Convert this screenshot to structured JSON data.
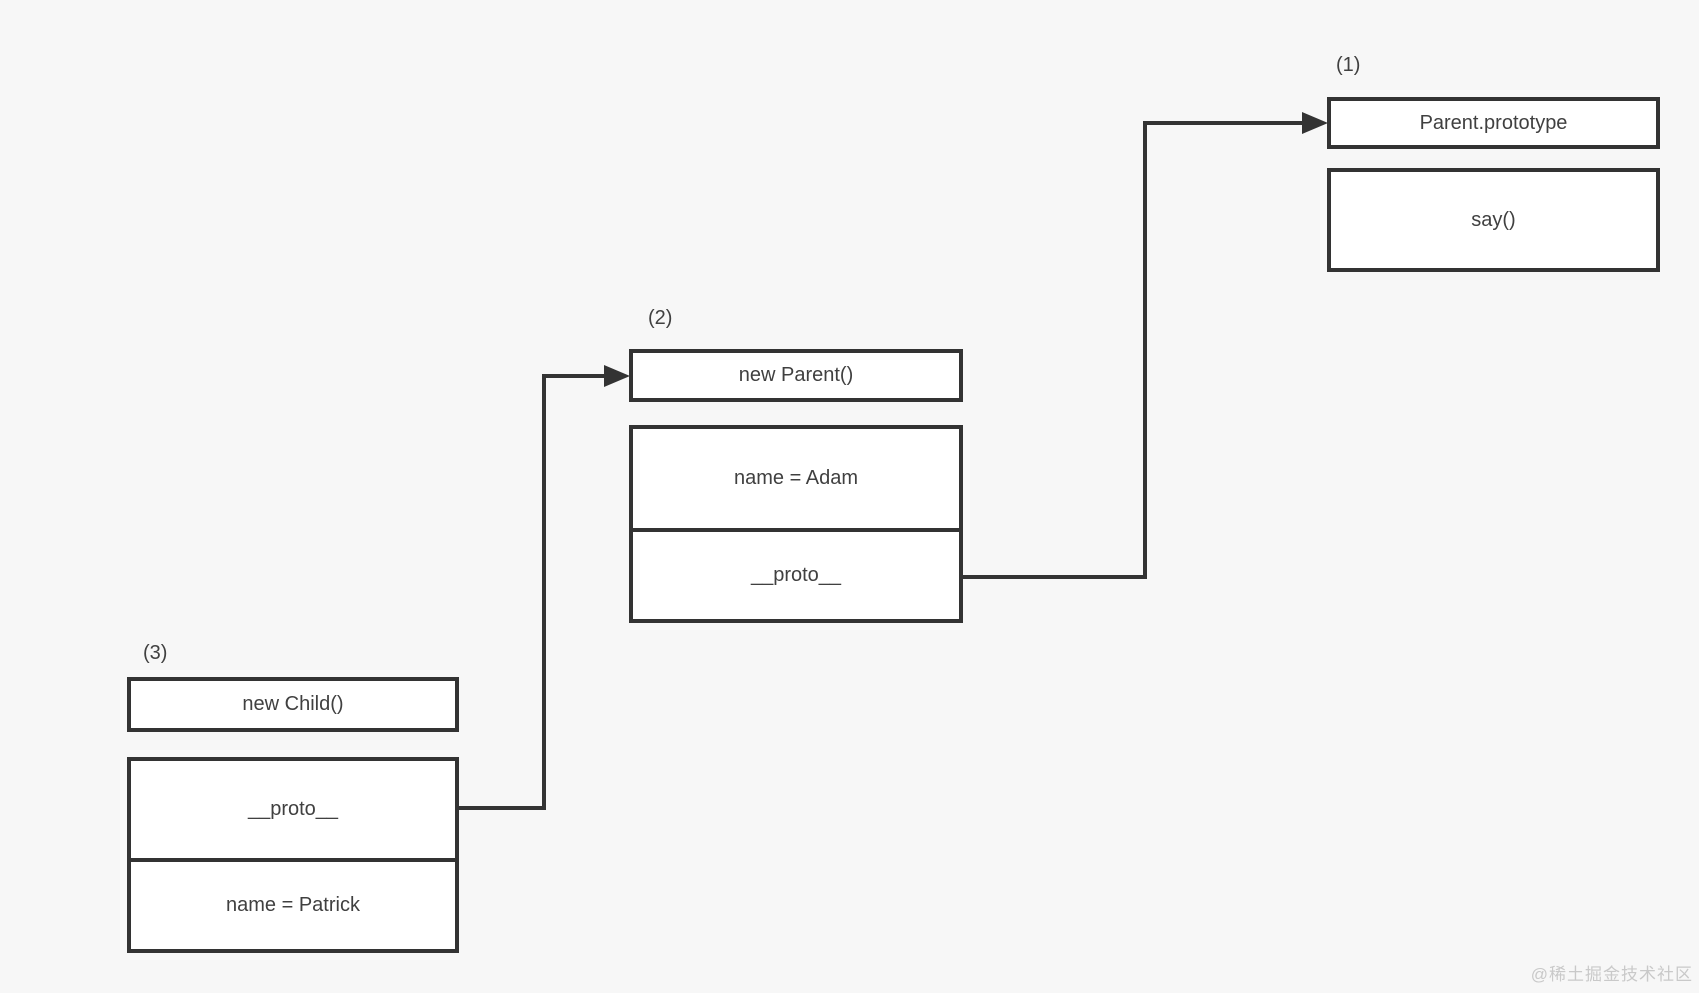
{
  "canvas": {
    "background": "#f7f7f7",
    "line_color": "#333333",
    "text_color": "#404040",
    "box_fill": "#ffffff",
    "watermark_color": "#c9c9c9"
  },
  "diagram": {
    "groups": [
      {
        "label": "(1)",
        "title": "Parent.prototype",
        "members": [
          "say()"
        ]
      },
      {
        "label": "(2)",
        "title": "new Parent()",
        "cells": [
          "name = Adam",
          "__proto__"
        ]
      },
      {
        "label": "(3)",
        "title": "new Child()",
        "cells": [
          "__proto__",
          "name = Patrick"
        ]
      }
    ],
    "connections": [
      {
        "from": "new Child().__proto__",
        "to": "new Parent()"
      },
      {
        "from": "new Parent().__proto__",
        "to": "Parent.prototype"
      }
    ]
  },
  "watermark": "@稀土掘金技术社区"
}
